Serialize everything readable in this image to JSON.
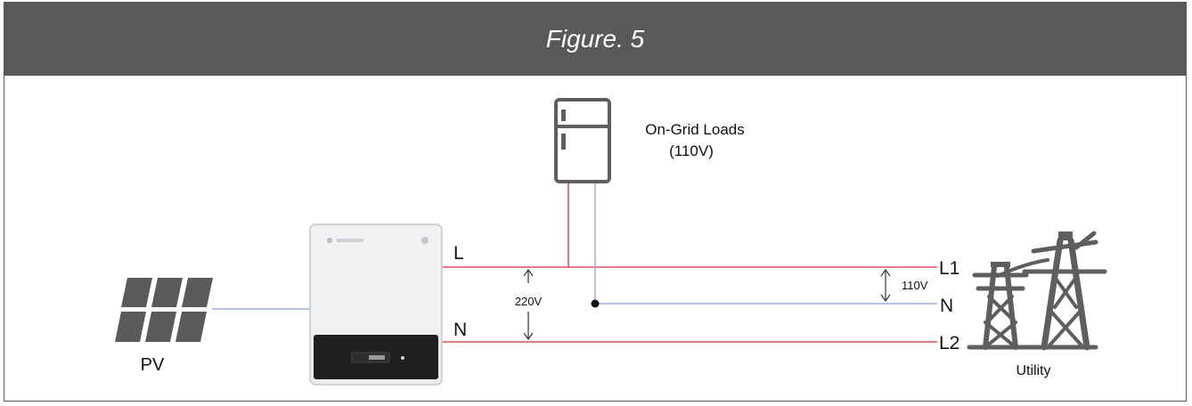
{
  "figure": {
    "title": "Figure. 5"
  },
  "labels": {
    "loads_name": "On-Grid Loads",
    "loads_voltage": "(110V)",
    "inverter_L": "L",
    "inverter_N": "N",
    "voltage_220": "220V",
    "voltage_110": "110V",
    "utility_L1": "L1",
    "utility_N": "N",
    "utility_L2": "L2",
    "pv": "PV",
    "utility": "Utility"
  },
  "colors": {
    "header_bg": "#5a5858",
    "live_wire": "#e0505a",
    "neutral_wire": "#9db4d8",
    "icon_gray": "#5e5e5e"
  }
}
